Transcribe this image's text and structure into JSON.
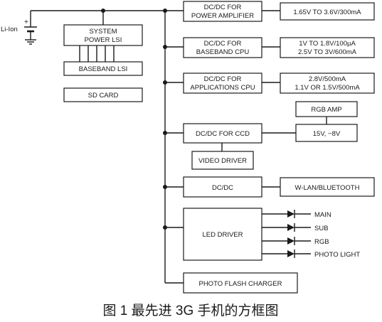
{
  "battery_label": "Li-Ion",
  "battery_plus": "+",
  "blocks": {
    "system_power_lsi": [
      "SYSTEM",
      "POWER LSI"
    ],
    "baseband_lsi": "BASEBAND LSI",
    "sd_card": "SD CARD",
    "dcdc_power_amp": [
      "DC/DC FOR",
      "POWER AMPLIFIER"
    ],
    "power_amp_spec": "1.65V TO 3.6V/300mA",
    "dcdc_baseband": [
      "DC/DC FOR",
      "BASEBAND CPU"
    ],
    "baseband_spec": [
      "1V TO 1.8V/100µA",
      "2.5V TO 3V/600mA"
    ],
    "dcdc_apps": [
      "DC/DC FOR",
      "APPLICATIONS CPU"
    ],
    "apps_spec": [
      "2.8V/500mA",
      "1.1V OR 1.5V/500mA"
    ],
    "rgb_amp": "RGB AMP",
    "dcdc_ccd": "DC/DC FOR CCD",
    "ccd_spec": "15V, −8V",
    "video_driver": "VIDEO DRIVER",
    "dcdc": "DC/DC",
    "wlan_bt": "W-LAN/BLUETOOTH",
    "led_driver": "LED DRIVER",
    "photo_flash_charger": "PHOTO FLASH CHARGER"
  },
  "led_outputs": [
    "MAIN",
    "SUB",
    "RGB",
    "PHOTO LIGHT"
  ],
  "caption": "图 1  最先进 3G 手机的方框图"
}
